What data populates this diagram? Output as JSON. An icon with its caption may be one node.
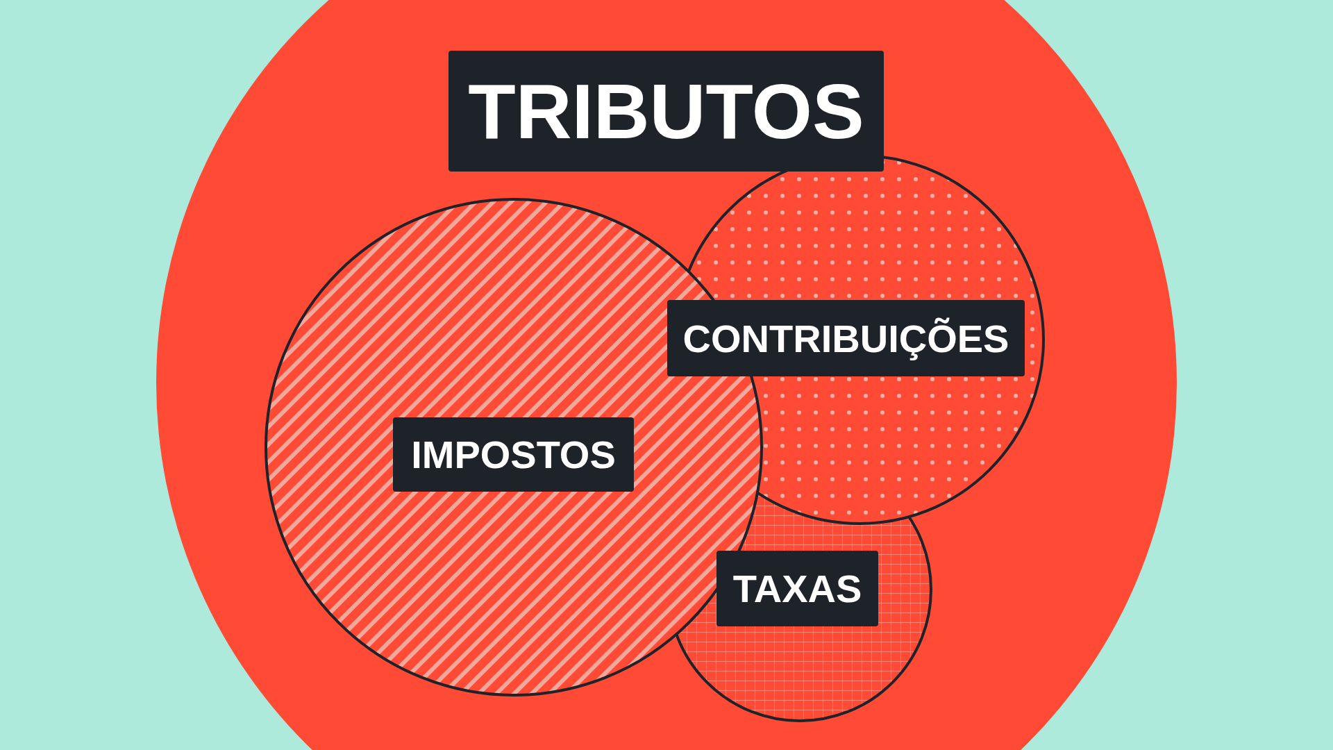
{
  "diagram": {
    "nodes": [
      {
        "text": [
          "TRIBUTOS"
        ]
      },
      {
        "text": [
          "IMPOSTOS"
        ],
        "in": 0
      },
      {
        "text": [
          "CONTRIBUIÇÕES"
        ],
        "in": 0
      },
      {
        "text": [
          "TAXAS"
        ],
        "in": 0
      }
    ]
  }
}
